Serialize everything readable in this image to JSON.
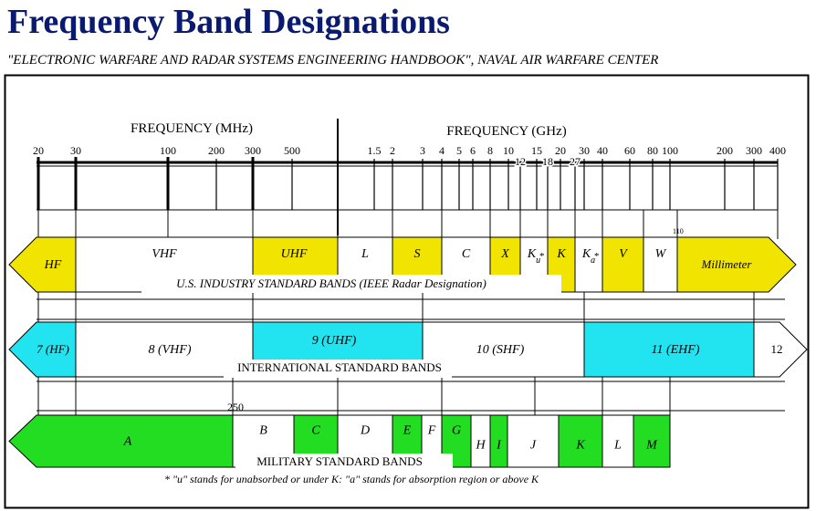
{
  "header": {
    "title": "Frequency Band Designations",
    "subtitle": "\"ELECTRONIC WARFARE AND RADAR SYSTEMS ENGINEERING HANDBOOK\", NAVAL AIR WARFARE CENTER"
  },
  "scale": {
    "mhz_heading": "FREQUENCY (MHz)",
    "ghz_heading": "FREQUENCY (GHz)",
    "ticks": [
      {
        "label": "20",
        "major": true,
        "row": 0
      },
      {
        "label": "30",
        "major": true,
        "row": 0
      },
      {
        "label": "100",
        "major": true,
        "row": 0
      },
      {
        "label": "200",
        "major": false,
        "row": 0
      },
      {
        "label": "300",
        "major": true,
        "row": 0
      },
      {
        "label": "500",
        "major": false,
        "row": 0
      },
      {
        "label": "1.5",
        "major": false,
        "row": 0
      },
      {
        "label": "2",
        "major": false,
        "row": 0
      },
      {
        "label": "3",
        "major": false,
        "row": 0
      },
      {
        "label": "4",
        "major": false,
        "row": 0
      },
      {
        "label": "5",
        "major": false,
        "row": 0
      },
      {
        "label": "6",
        "major": false,
        "row": 0
      },
      {
        "label": "8",
        "major": false,
        "row": 0
      },
      {
        "label": "10",
        "major": false,
        "row": 0
      },
      {
        "label": "12",
        "major": false,
        "row": 1
      },
      {
        "label": "15",
        "major": false,
        "row": 0
      },
      {
        "label": "18",
        "major": false,
        "row": 1
      },
      {
        "label": "20",
        "major": false,
        "row": 0
      },
      {
        "label": "27",
        "major": false,
        "row": 1
      },
      {
        "label": "30",
        "major": false,
        "row": 0
      },
      {
        "label": "40",
        "major": false,
        "row": 0
      },
      {
        "label": "60",
        "major": false,
        "row": 0
      },
      {
        "label": "80",
        "major": false,
        "row": 0
      },
      {
        "label": "100",
        "major": false,
        "row": 0
      },
      {
        "label": "200",
        "major": false,
        "row": 0
      },
      {
        "label": "300",
        "major": false,
        "row": 0
      },
      {
        "label": "400",
        "major": false,
        "row": 0
      }
    ]
  },
  "colors": {
    "yellow": "#f0e400",
    "cyan": "#22e4f0",
    "green": "#22dd22",
    "white": "#ffffff",
    "title": "#0a1a6e"
  },
  "us_bands": {
    "caption": "U.S. INDUSTRY STANDARD BANDS (IEEE Radar Designation)",
    "small_label": "110",
    "bands": [
      {
        "label": "HF",
        "color": "yellow"
      },
      {
        "label": "VHF",
        "color": "white"
      },
      {
        "label": "UHF",
        "color": "yellow"
      },
      {
        "label": "L",
        "color": "white"
      },
      {
        "label": "S",
        "color": "yellow"
      },
      {
        "label": "C",
        "color": "white"
      },
      {
        "label": "X",
        "color": "yellow"
      },
      {
        "label": "K",
        "sub": "u",
        "sup": "*",
        "color": "white"
      },
      {
        "label": "K",
        "color": "yellow"
      },
      {
        "label": "K",
        "sub": "a",
        "sup": "*",
        "color": "white"
      },
      {
        "label": "V",
        "color": "yellow"
      },
      {
        "label": "W",
        "color": "white"
      },
      {
        "label": "Millimeter",
        "color": "yellow"
      }
    ]
  },
  "intl_bands": {
    "caption": "INTERNATIONAL STANDARD BANDS",
    "bands": [
      {
        "label": "7 (HF)",
        "color": "cyan"
      },
      {
        "label": "8 (VHF)",
        "color": "white"
      },
      {
        "label": "9 (UHF)",
        "color": "cyan"
      },
      {
        "label": "10 (SHF)",
        "color": "white"
      },
      {
        "label": "11 (EHF)",
        "color": "cyan"
      },
      {
        "label": "12",
        "color": "white"
      }
    ]
  },
  "mil_bands": {
    "caption": "MILITARY STANDARD BANDS",
    "small_label": "250",
    "bands": [
      {
        "label": "A",
        "color": "green"
      },
      {
        "label": "B",
        "color": "white"
      },
      {
        "label": "C",
        "color": "green"
      },
      {
        "label": "D",
        "color": "white"
      },
      {
        "label": "E",
        "color": "green"
      },
      {
        "label": "F",
        "color": "white"
      },
      {
        "label": "G",
        "color": "green"
      },
      {
        "label": "H",
        "color": "white"
      },
      {
        "label": "I",
        "color": "green"
      },
      {
        "label": "J",
        "color": "white"
      },
      {
        "label": "K",
        "color": "green"
      },
      {
        "label": "L",
        "color": "white"
      },
      {
        "label": "M",
        "color": "green"
      }
    ]
  },
  "footnote": "* \"u\" stands for unabsorbed or under K: \"a\" stands for absorption region or above K"
}
